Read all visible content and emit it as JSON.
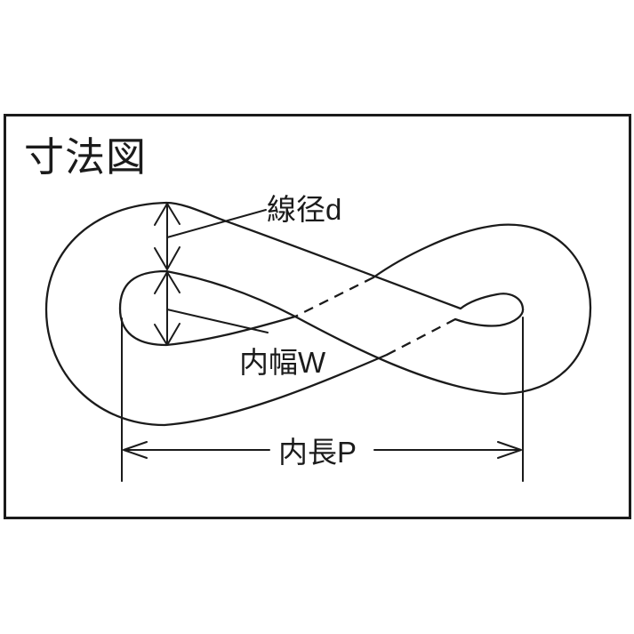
{
  "diagram": {
    "title": "寸法図",
    "dimensions": {
      "wire_diameter": {
        "label": "線径d"
      },
      "inner_width": {
        "label": "内幅W"
      },
      "inner_length": {
        "label": "内長P"
      }
    },
    "colors": {
      "line": "#1b1b1b",
      "background": "#ffffff"
    }
  }
}
